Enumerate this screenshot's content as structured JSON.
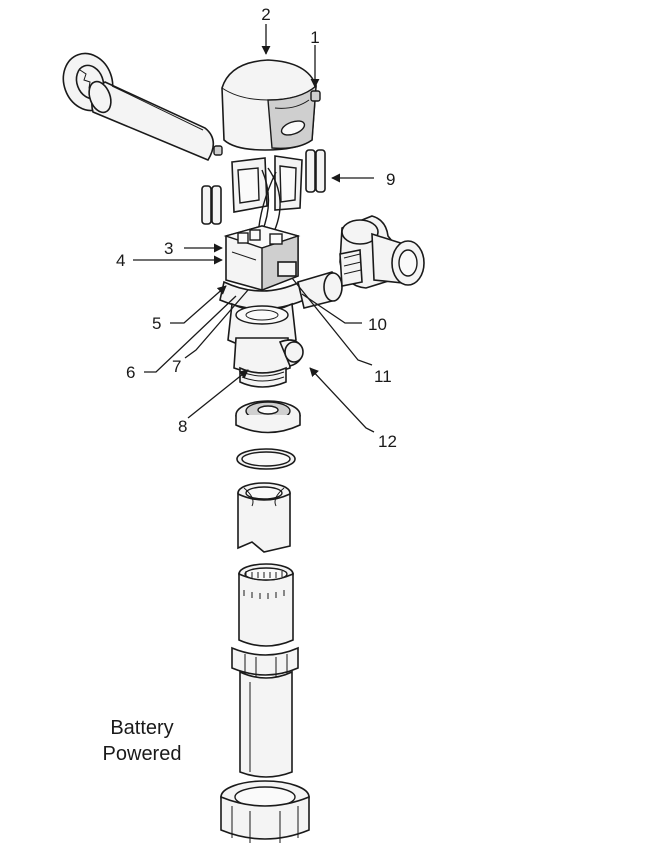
{
  "callouts": {
    "c1": "1",
    "c2": "2",
    "c3": "3",
    "c4": "4",
    "c5": "5",
    "c6": "6",
    "c7": "7",
    "c8": "8",
    "c9": "9",
    "c10": "10",
    "c11": "11",
    "c12": "12"
  },
  "caption": {
    "line1": "Battery",
    "line2": "Powered"
  },
  "colors": {
    "stroke": "#1a1a1a",
    "fill": "#f4f4f4",
    "shade": "#cfcfcf"
  }
}
